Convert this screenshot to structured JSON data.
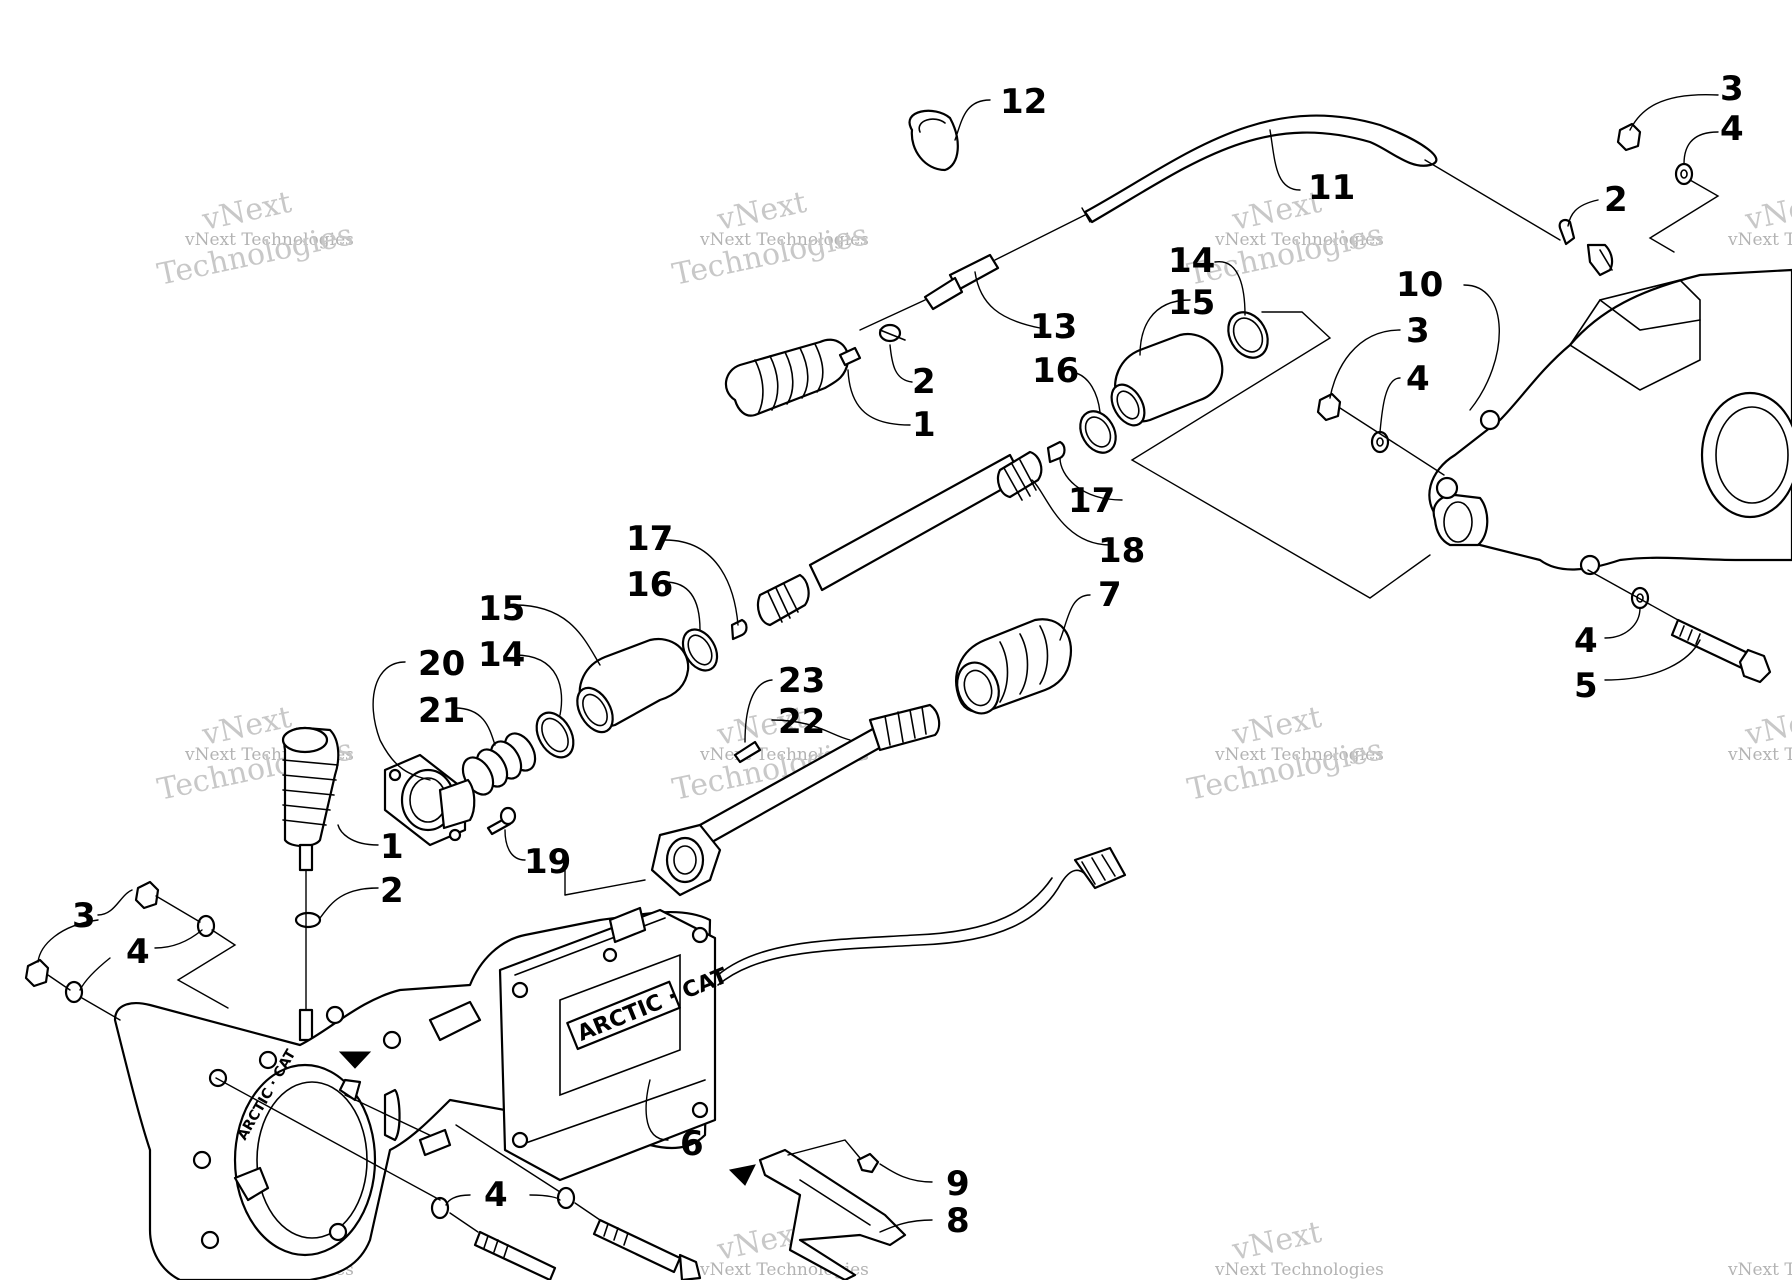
{
  "watermark": {
    "line1": "vNext Technologies",
    "line2": "vNext",
    "line3": "Technologies"
  },
  "brand_marks": {
    "cover": "ARCTIC · CAT",
    "housing": "ARCTIC · CAT"
  },
  "callouts": [
    {
      "id": "c-12",
      "text": "12"
    },
    {
      "id": "c-11",
      "text": "11"
    },
    {
      "id": "c-13",
      "text": "13"
    },
    {
      "id": "c-2a",
      "text": "2"
    },
    {
      "id": "c-1a",
      "text": "1"
    },
    {
      "id": "c-14a",
      "text": "14"
    },
    {
      "id": "c-15a",
      "text": "15"
    },
    {
      "id": "c-16a",
      "text": "16"
    },
    {
      "id": "c-17a",
      "text": "17"
    },
    {
      "id": "c-18",
      "text": "18"
    },
    {
      "id": "c-3a",
      "text": "3"
    },
    {
      "id": "c-4a",
      "text": "4"
    },
    {
      "id": "c-2b",
      "text": "2"
    },
    {
      "id": "c-10",
      "text": "10"
    },
    {
      "id": "c-3b",
      "text": "3"
    },
    {
      "id": "c-4b",
      "text": "4"
    },
    {
      "id": "c-4c",
      "text": "4"
    },
    {
      "id": "c-5",
      "text": "5"
    },
    {
      "id": "c-17b",
      "text": "17"
    },
    {
      "id": "c-16b",
      "text": "16"
    },
    {
      "id": "c-15b",
      "text": "15"
    },
    {
      "id": "c-14b",
      "text": "14"
    },
    {
      "id": "c-20",
      "text": "20"
    },
    {
      "id": "c-21",
      "text": "21"
    },
    {
      "id": "c-7",
      "text": "7"
    },
    {
      "id": "c-23",
      "text": "23"
    },
    {
      "id": "c-22",
      "text": "22"
    },
    {
      "id": "c-1b",
      "text": "1"
    },
    {
      "id": "c-19",
      "text": "19"
    },
    {
      "id": "c-2c",
      "text": "2"
    },
    {
      "id": "c-3c",
      "text": "3"
    },
    {
      "id": "c-4d",
      "text": "4"
    },
    {
      "id": "c-6",
      "text": "6"
    },
    {
      "id": "c-9",
      "text": "9"
    },
    {
      "id": "c-4e",
      "text": "4"
    },
    {
      "id": "c-8",
      "text": "8"
    }
  ]
}
